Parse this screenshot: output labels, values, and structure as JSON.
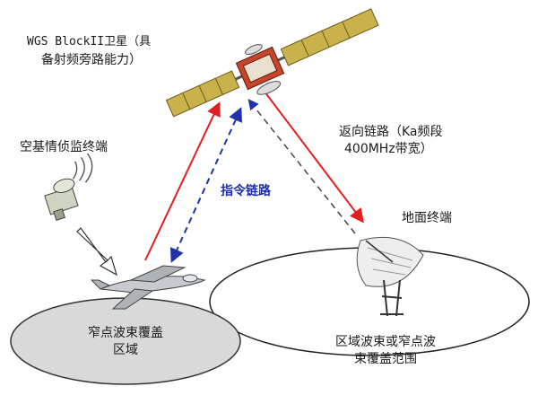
{
  "labels": {
    "satellite_line1": "WGS BlockII卫星（具",
    "satellite_line2": "备射频旁路能力）",
    "airborne_terminal": "空基情侦监终端",
    "command_link": "指令链路",
    "return_link_line1": "返向链路（Ka频段",
    "return_link_line2": "400MHz带宽）",
    "ground_terminal": "地面终端",
    "spot_beam_line1": "窄点波束覆盖",
    "spot_beam_line2": "区域",
    "regional_beam_line1": "区域波束或窄点波",
    "regional_beam_line2": "束覆盖范围"
  },
  "colors": {
    "return_link": "#e02020",
    "command_link": "#2233aa",
    "spot_beam_fill": "#d9d9d9",
    "region_outline": "#222222",
    "satellite_panel": "#c9b24a",
    "satellite_body": "#c7462a"
  },
  "icons": {
    "satellite": "satellite-icon",
    "drone": "drone-icon",
    "ground_dish": "ground-dish-icon",
    "airborne_terminal": "airborne-terminal-icon"
  }
}
